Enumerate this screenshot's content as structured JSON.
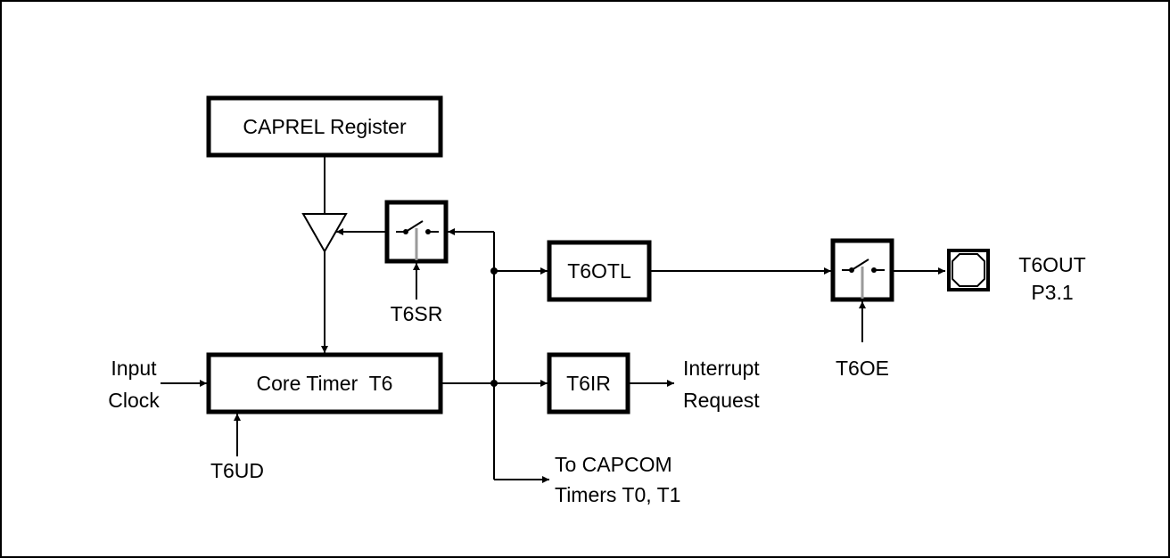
{
  "blocks": {
    "caprel": "CAPREL Register",
    "core_timer": "Core Timer  T6",
    "t6otl": "T6OTL",
    "t6ir": "T6IR"
  },
  "signals": {
    "input_1": "Input",
    "input_2": "Clock",
    "t6ud": "T6UD",
    "t6sr": "T6SR",
    "t6oe": "T6OE",
    "interrupt_1": "Interrupt",
    "interrupt_2": "Request",
    "capcom_1": "To CAPCOM",
    "capcom_2": "Timers T0, T1",
    "pin_1": "T6OUT",
    "pin_2": "P3.1"
  },
  "colors": {
    "line": "#000000",
    "switch_lever": "#9a9a9a",
    "background": "#ffffff"
  }
}
